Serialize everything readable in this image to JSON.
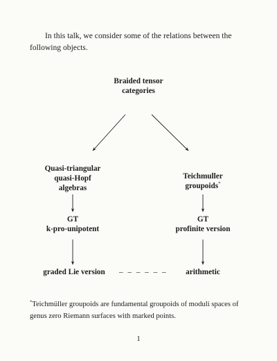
{
  "intro": {
    "text": "In this talk, we consider some of the relations between the following objects."
  },
  "diagram": {
    "nodes": {
      "braided": [
        "Braided tensor",
        "categories"
      ],
      "quasi": [
        "Quasi-triangular",
        "quasi-Hopf",
        "algebras"
      ],
      "teich": [
        "Teichmuller",
        "groupoids"
      ],
      "gt_k": [
        "GT",
        "k-pro-unipotent"
      ],
      "gt_profinite": [
        "GT",
        "profinite version"
      ],
      "graded": "graded Lie version",
      "arithmetic": "arithmetic"
    },
    "footnote_mark": "*",
    "dashes": "– – – – – –"
  },
  "footnote": {
    "mark": "*",
    "text": "Teichmüller groupoids are fundamental groupoids of moduli spaces of genus zero Riemann surfaces with marked points."
  },
  "page_number": "1"
}
